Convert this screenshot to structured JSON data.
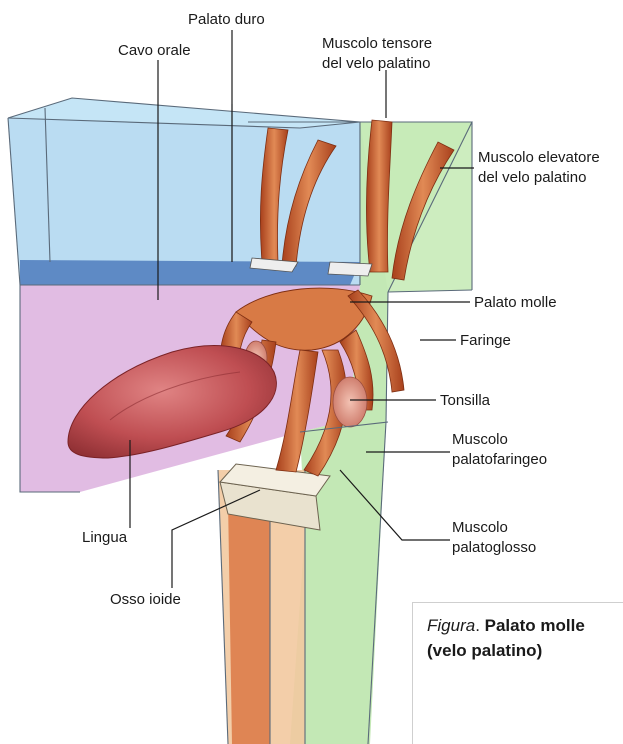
{
  "labels": {
    "palato_duro": "Palato duro",
    "cavo_orale": "Cavo orale",
    "muscolo_tensore_1": "Muscolo tensore",
    "muscolo_tensore_2": "del velo palatino",
    "muscolo_elevatore_1": "Muscolo elevatore",
    "muscolo_elevatore_2": "del velo palatino",
    "palato_molle": "Palato molle",
    "faringe": "Faringe",
    "tonsilla": "Tonsilla",
    "palatofaringeo_1": "Muscolo",
    "palatofaringeo_2": "palatofaringeo",
    "palatoglosso_1": "Muscolo",
    "palatoglosso_2": "palatoglosso",
    "lingua": "Lingua",
    "osso_ioide": "Osso ioide"
  },
  "caption": {
    "prefix": "Figura",
    "separator": ". ",
    "title_line1": "Palato molle",
    "title_line2": "(velo palatino)"
  },
  "colors": {
    "oral_cavity": "#a9d4ef",
    "oral_floor": "#d8a8d8",
    "pharynx": "#b7e3a6",
    "muscle": "#c8582a",
    "muscle_light": "#e08a55",
    "tongue": "#b8494a",
    "tongue_light": "#d97070",
    "tonsil": "#e7a092",
    "bone": "#e8e2d2"
  }
}
